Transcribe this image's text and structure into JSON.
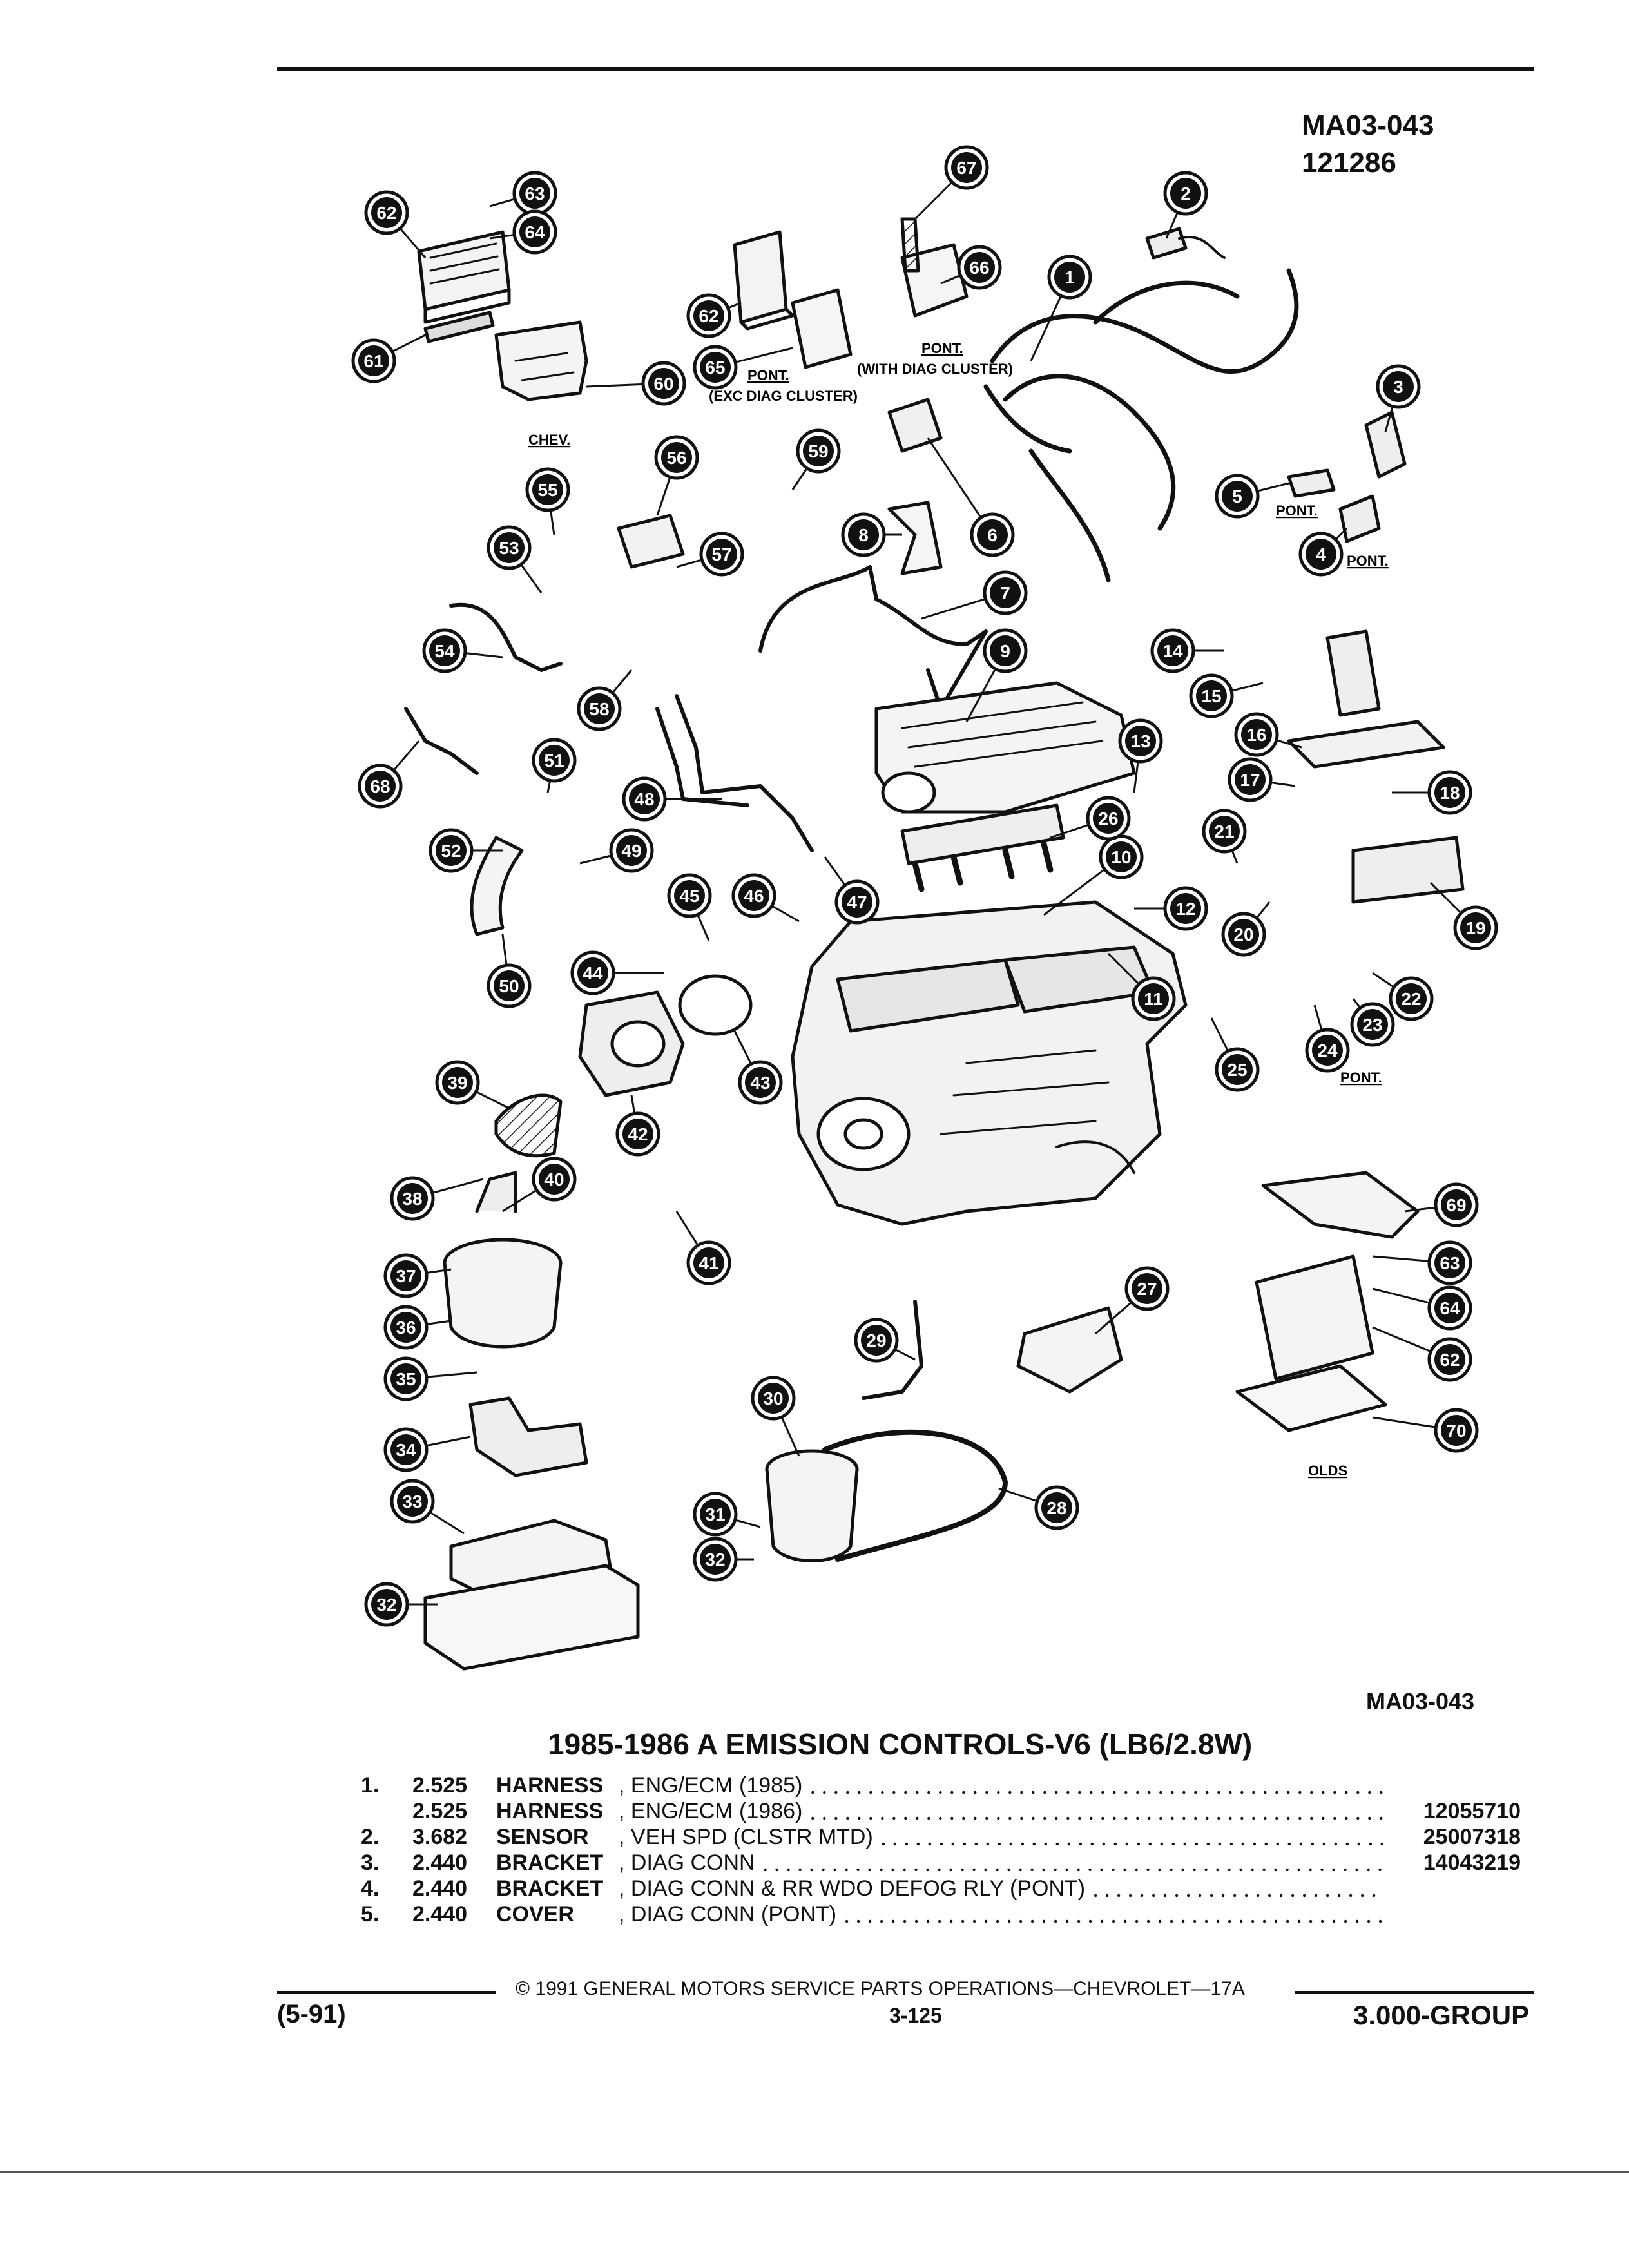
{
  "header": {
    "figure_code": "MA03-043",
    "date_code": "121286"
  },
  "diagram": {
    "callouts": [
      {
        "n": "1"
      },
      {
        "n": "2"
      },
      {
        "n": "3"
      },
      {
        "n": "4"
      },
      {
        "n": "5"
      },
      {
        "n": "6"
      },
      {
        "n": "7"
      },
      {
        "n": "8"
      },
      {
        "n": "9"
      },
      {
        "n": "10"
      },
      {
        "n": "11"
      },
      {
        "n": "12"
      },
      {
        "n": "13"
      },
      {
        "n": "14"
      },
      {
        "n": "15"
      },
      {
        "n": "16"
      },
      {
        "n": "17"
      },
      {
        "n": "18"
      },
      {
        "n": "19"
      },
      {
        "n": "20"
      },
      {
        "n": "21"
      },
      {
        "n": "22"
      },
      {
        "n": "23"
      },
      {
        "n": "24"
      },
      {
        "n": "25"
      },
      {
        "n": "26"
      },
      {
        "n": "27"
      },
      {
        "n": "28"
      },
      {
        "n": "29"
      },
      {
        "n": "30"
      },
      {
        "n": "31"
      },
      {
        "n": "32"
      },
      {
        "n": "32"
      },
      {
        "n": "33"
      },
      {
        "n": "34"
      },
      {
        "n": "35"
      },
      {
        "n": "36"
      },
      {
        "n": "37"
      },
      {
        "n": "38"
      },
      {
        "n": "39"
      },
      {
        "n": "40"
      },
      {
        "n": "41"
      },
      {
        "n": "42"
      },
      {
        "n": "43"
      },
      {
        "n": "44"
      },
      {
        "n": "45"
      },
      {
        "n": "46"
      },
      {
        "n": "47"
      },
      {
        "n": "48"
      },
      {
        "n": "49"
      },
      {
        "n": "50"
      },
      {
        "n": "51"
      },
      {
        "n": "52"
      },
      {
        "n": "53"
      },
      {
        "n": "54"
      },
      {
        "n": "55"
      },
      {
        "n": "56"
      },
      {
        "n": "57"
      },
      {
        "n": "58"
      },
      {
        "n": "59"
      },
      {
        "n": "60"
      },
      {
        "n": "61"
      },
      {
        "n": "62"
      },
      {
        "n": "62"
      },
      {
        "n": "62"
      },
      {
        "n": "63"
      },
      {
        "n": "63"
      },
      {
        "n": "64"
      },
      {
        "n": "64"
      },
      {
        "n": "65"
      },
      {
        "n": "66"
      },
      {
        "n": "67"
      },
      {
        "n": "68"
      },
      {
        "n": "69"
      },
      {
        "n": "70"
      }
    ],
    "labels": {
      "chev": "CHEV.",
      "pont_exc_line1": "PONT.",
      "pont_exc_line2": "(EXC DIAG CLUSTER)",
      "pont_with_line1": "PONT.",
      "pont_with_line2": "(WITH DIAG CLUSTER)",
      "pont_5": "PONT.",
      "pont_4": "PONT.",
      "pont_24": "PONT.",
      "olds": "OLDS"
    },
    "figure_code_bottom": "MA03-043"
  },
  "parts": {
    "title": "1985-1986 A EMISSION CONTROLS-V6 (LB6/2.8W)",
    "rows": [
      {
        "no": "1.",
        "code": "2.525",
        "name": "HARNESS",
        "desc": ", ENG/ECM (1985)",
        "part": ""
      },
      {
        "no": "",
        "code": "2.525",
        "name": "HARNESS",
        "desc": ", ENG/ECM (1986)",
        "part": "12055710"
      },
      {
        "no": "2.",
        "code": "3.682",
        "name": "SENSOR",
        "desc": ", VEH SPD (CLSTR MTD)",
        "part": "25007318"
      },
      {
        "no": "3.",
        "code": "2.440",
        "name": "BRACKET",
        "desc": ", DIAG CONN",
        "part": "14043219"
      },
      {
        "no": "4.",
        "code": "2.440",
        "name": "BRACKET",
        "desc": ", DIAG CONN & RR WDO DEFOG RLY (PONT)",
        "part": ""
      },
      {
        "no": "5.",
        "code": "2.440",
        "name": "COVER",
        "desc": ", DIAG CONN (PONT)",
        "part": ""
      }
    ]
  },
  "footer": {
    "copyright": "© 1991 GENERAL MOTORS SERVICE PARTS OPERATIONS—CHEVROLET—17A",
    "revision": "(5-91)",
    "page": "3-125",
    "group": "3.000-GROUP"
  }
}
